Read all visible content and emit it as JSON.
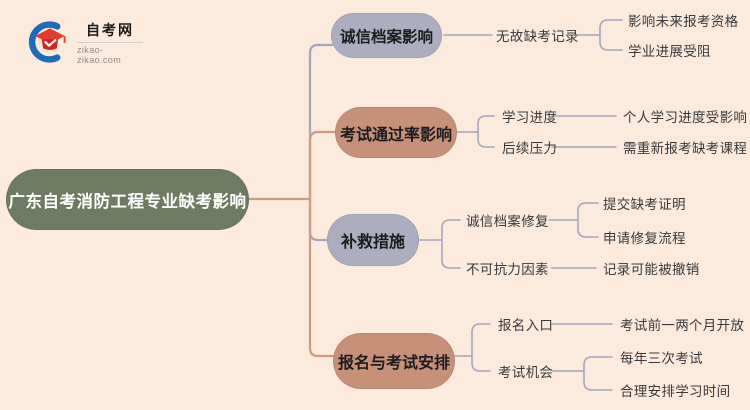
{
  "logo": {
    "title": "自考网",
    "domain": "zikao-zikao.com"
  },
  "root": {
    "label": "广东自考消防工程专业缺考影响"
  },
  "palette": {
    "background": "#fceadc",
    "root_fill": "#6f7b60",
    "lavender_fill": "#adadc1",
    "terracotta_fill": "#c79179",
    "line_salmon": "#cf9b80",
    "line_gray": "#a5a5bd",
    "text_dark": "#39393c",
    "logo_blue": "#1e6cb8",
    "logo_red": "#e23c31"
  },
  "branches": [
    {
      "label": "诚信档案影响",
      "fill": "#adadc1",
      "children": [
        {
          "label": "无故缺考记录",
          "children": [
            {
              "label": "影响未来报考资格"
            },
            {
              "label": "学业进展受阻"
            }
          ]
        }
      ]
    },
    {
      "label": "考试通过率影响",
      "fill": "#c79179",
      "children": [
        {
          "label": "学习进度",
          "children": [
            {
              "label": "个人学习进度受影响"
            }
          ]
        },
        {
          "label": "后续压力",
          "children": [
            {
              "label": "需重新报考缺考课程"
            }
          ]
        }
      ]
    },
    {
      "label": "补救措施",
      "fill": "#adadc1",
      "children": [
        {
          "label": "诚信档案修复",
          "children": [
            {
              "label": "提交缺考证明"
            },
            {
              "label": "申请修复流程"
            }
          ]
        },
        {
          "label": "不可抗力因素",
          "children": [
            {
              "label": "记录可能被撤销"
            }
          ]
        }
      ]
    },
    {
      "label": "报名与考试安排",
      "fill": "#c79179",
      "children": [
        {
          "label": "报名入口",
          "children": [
            {
              "label": "考试前一两个月开放"
            }
          ]
        },
        {
          "label": "考试机会",
          "children": [
            {
              "label": "每年三次考试"
            },
            {
              "label": "合理安排学习时间"
            }
          ]
        }
      ]
    }
  ]
}
